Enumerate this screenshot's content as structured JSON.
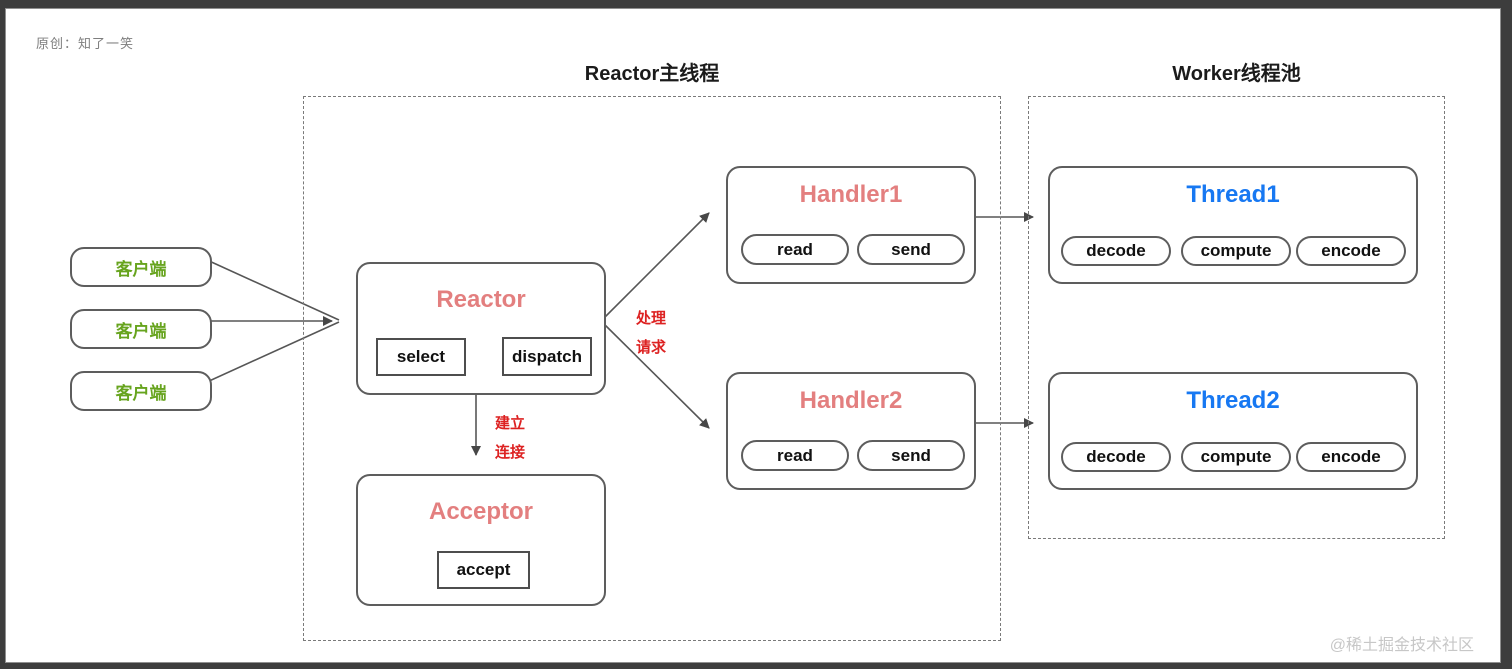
{
  "credit": "原创：知了一笑",
  "watermark": "@稀土掘金技术社区",
  "sections": {
    "main": {
      "title": "Reactor主线程"
    },
    "worker": {
      "title": "Worker线程池"
    }
  },
  "clients": [
    {
      "label": "客户端"
    },
    {
      "label": "客户端"
    },
    {
      "label": "客户端"
    }
  ],
  "reactor": {
    "title": "Reactor",
    "ops": [
      "select",
      "dispatch"
    ]
  },
  "acceptor": {
    "title": "Acceptor",
    "op": "accept"
  },
  "handlers": [
    {
      "title": "Handler1",
      "ops": [
        "read",
        "send"
      ]
    },
    {
      "title": "Handler2",
      "ops": [
        "read",
        "send"
      ]
    }
  ],
  "threads": [
    {
      "title": "Thread1",
      "ops": [
        "decode",
        "compute",
        "encode"
      ]
    },
    {
      "title": "Thread2",
      "ops": [
        "decode",
        "compute",
        "encode"
      ]
    }
  ],
  "edge_labels": {
    "establish_line1": "建立",
    "establish_line2": "连接",
    "process_line1": "处理",
    "process_line2": "请求"
  },
  "colors": {
    "client_text": "#67a41e",
    "component_title": "#e37f7f",
    "thread_title": "#1778f2",
    "edge_label_red": "#dd2222",
    "line_gray": "#4d4d4d"
  }
}
